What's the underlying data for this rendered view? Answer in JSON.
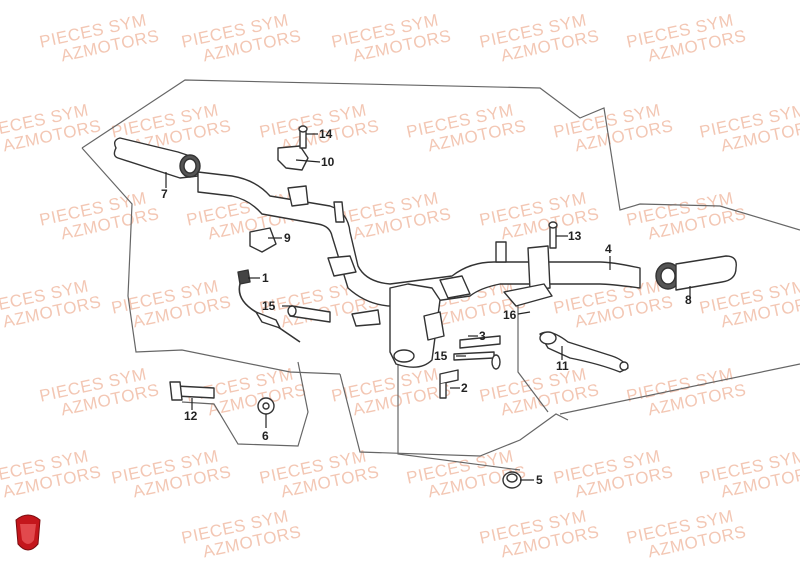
{
  "watermark": {
    "line1": "PIECES SYM",
    "line2": "AZMOTORS"
  },
  "brand": {
    "logo_icon": "azmotors-shield-logo",
    "accent": "#c4161c"
  },
  "callouts": [
    "1",
    "2",
    "3",
    "4",
    "5",
    "6",
    "7",
    "8",
    "9",
    "10",
    "11",
    "12",
    "13",
    "14",
    "15",
    "15",
    "16"
  ]
}
